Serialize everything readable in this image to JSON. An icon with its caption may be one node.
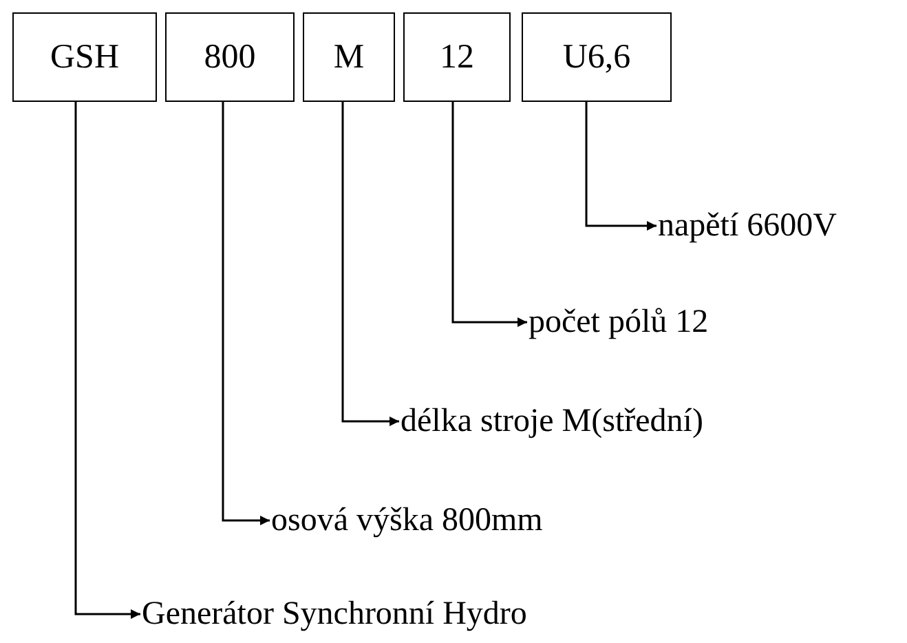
{
  "diagram": {
    "nodes": [
      {
        "text": [
          "GSH"
        ]
      },
      {
        "text": [
          "800"
        ]
      },
      {
        "text": [
          "M"
        ]
      },
      {
        "text": [
          "12"
        ]
      },
      {
        "text": [
          "U6,6"
        ]
      },
      {
        "text": [
          "napětí 6600V"
        ]
      },
      {
        "text": [
          "počet pólů 12"
        ]
      },
      {
        "text": [
          "délka stroje M(střední)"
        ]
      },
      {
        "text": [
          "osová výška 800mm"
        ]
      },
      {
        "text": [
          "Generátor Synchronní Hydro"
        ]
      }
    ],
    "edges": [
      {
        "from": 4,
        "to": 5,
        "arrow": "to"
      },
      {
        "from": 3,
        "to": 6,
        "arrow": "to"
      },
      {
        "from": 2,
        "to": 7,
        "arrow": "to"
      },
      {
        "from": 1,
        "to": 8,
        "arrow": "to"
      },
      {
        "from": 0,
        "to": 9,
        "arrow": "to"
      }
    ]
  }
}
